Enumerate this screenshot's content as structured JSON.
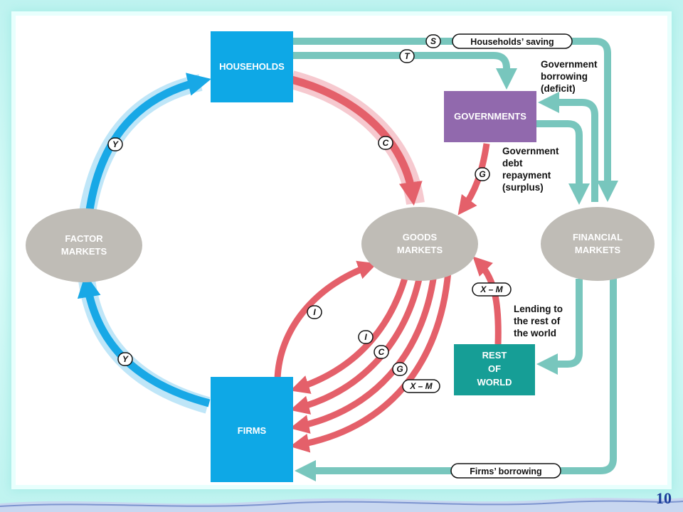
{
  "nodes": {
    "households": "HOUSEHOLDS",
    "firms": "FIRMS",
    "governments": "GOVERNMENTS",
    "rest_of_world": [
      "REST",
      "OF",
      "WORLD"
    ],
    "factor_markets": [
      "FACTOR",
      "MARKETS"
    ],
    "goods_markets": [
      "GOODS",
      "MARKETS"
    ],
    "financial_markets": [
      "FINANCIAL",
      "MARKETS"
    ]
  },
  "flow_labels": {
    "households_saving": "Households’ saving",
    "firms_borrowing": "Firms’ borrowing",
    "s": "S",
    "t": "T",
    "c": "C",
    "g": "G",
    "y": "Y",
    "i": "I",
    "x_m": "X – M"
  },
  "annotations": {
    "gov_borrowing": [
      "Government",
      "borrowing",
      "(deficit)"
    ],
    "gov_repayment": [
      "Government",
      "debt",
      "repayment",
      "(surplus)"
    ],
    "lending": [
      "Lending to",
      "the rest of",
      "the world"
    ]
  },
  "colors": {
    "households": "#0ea8e6",
    "firms": "#0ea8e6",
    "governments": "#9169ad",
    "rest_of_world": "#169e96",
    "markets": "#bfbcb6",
    "income_flow": "#18a8e6",
    "spending_flow": "#e4606a",
    "financial_flow": "#78c6bd"
  },
  "page_number": "10"
}
